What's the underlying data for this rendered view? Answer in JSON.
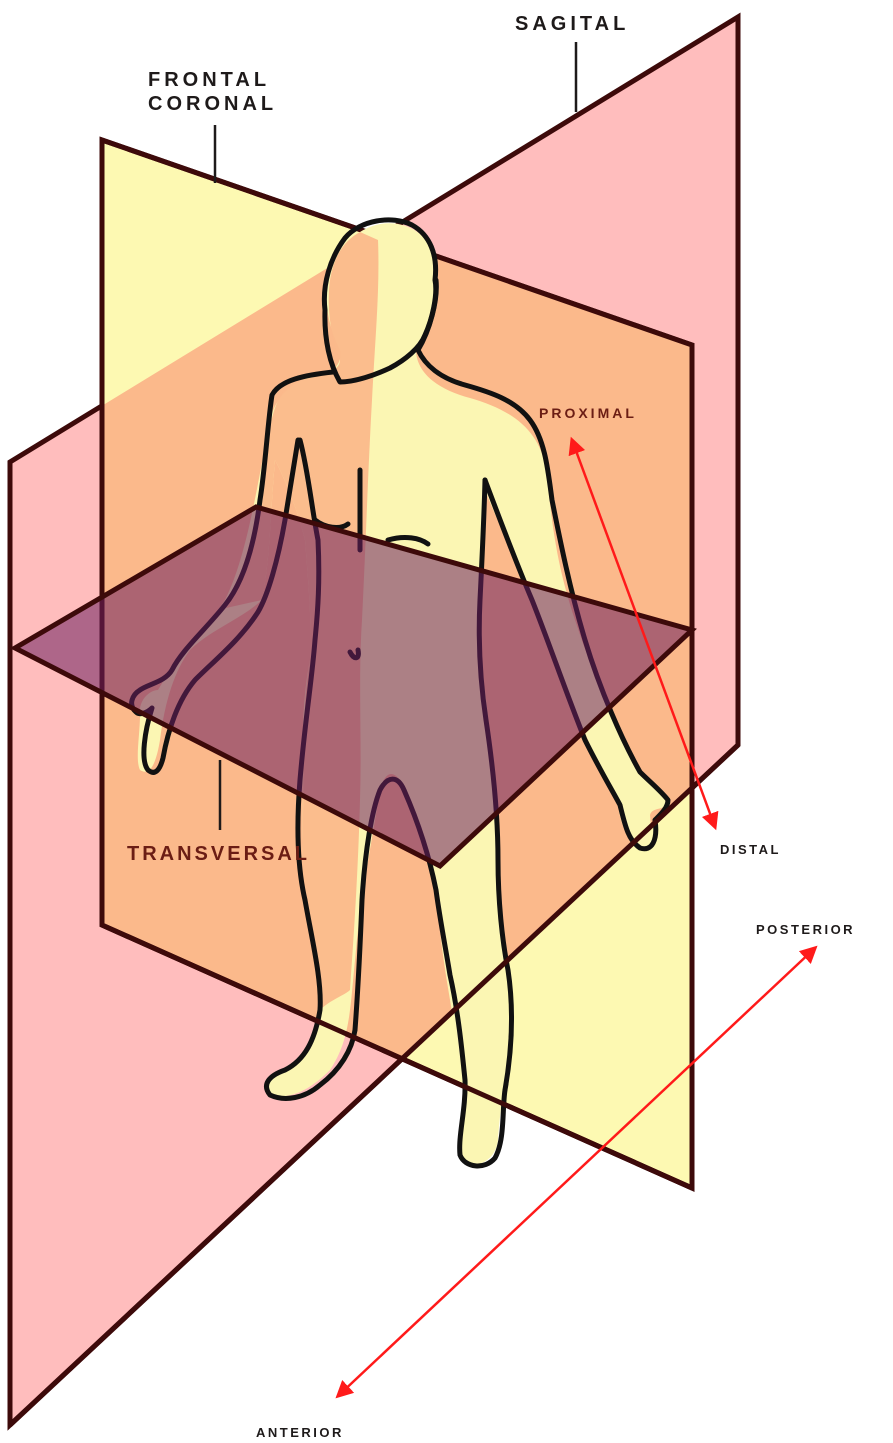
{
  "labels": {
    "sagittal": "SAGITAL",
    "frontal_line1": "FRONTAL",
    "frontal_line2": "CORONAL",
    "transverse": "TRANSVERSAL",
    "proximal": "PROXIMAL",
    "distal": "DISTAL",
    "posterior": "POSTERIOR",
    "anterior": "ANTERIOR"
  },
  "colors": {
    "sagittal_plane": "#ffbdbd",
    "frontal_plane": "#fdf9b2",
    "overlap_plane": "#fbb98b",
    "transverse_plane": "#7a2f6b",
    "plane_edge": "#3d0a0a",
    "arrow": "#ff1a1a",
    "body_fill": "#fbf6b3"
  }
}
